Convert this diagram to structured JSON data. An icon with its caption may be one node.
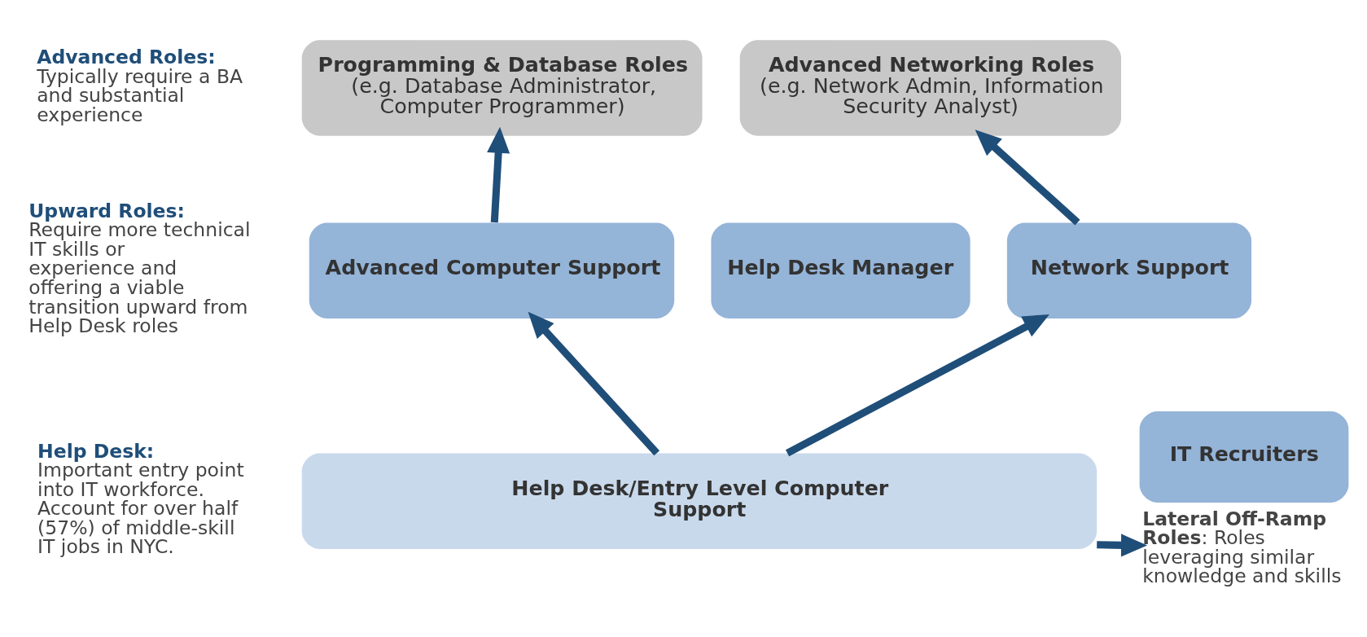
{
  "diagram": {
    "nodes": [
      {
        "text": [
          "Programming & Database Roles",
          "(e.g. Database Administrator, Computer Programmer)"
        ]
      },
      {
        "text": [
          "Advanced Networking Roles",
          "(e.g. Network Admin, Information Security Analyst)"
        ]
      },
      {
        "text": [
          "Advanced Computer Support"
        ]
      },
      {
        "text": [
          "Help Desk Manager"
        ]
      },
      {
        "text": [
          "Network Support"
        ]
      },
      {
        "text": [
          "Help Desk/Entry Level Computer Support"
        ]
      },
      {
        "text": [
          "IT Recruiters"
        ],
        "beside": [
          "**Lateral Off-Ramp Roles**: Roles leveraging similar knowledge and skills"
        ]
      }
    ],
    "edges": [
      {
        "from": 2,
        "to": 0,
        "arrow": "to"
      },
      {
        "from": 4,
        "to": 1,
        "arrow": "to"
      },
      {
        "from": 5,
        "to": 2,
        "arrow": "to"
      },
      {
        "from": 5,
        "to": 4,
        "arrow": "to"
      },
      {
        "from": 5,
        "to": 6,
        "arrow": "to"
      }
    ],
    "labels": [
      "Advanced Roles:",
      "Typically require a BA and substantial experience",
      "Upward Roles:",
      "Require more technical IT skills or experience and offering a viable transition upward from Help Desk roles",
      "Help Desk:",
      "Important entry point into IT workforce. Account for over half (57%) of middle-skill IT jobs in NYC."
    ]
  }
}
